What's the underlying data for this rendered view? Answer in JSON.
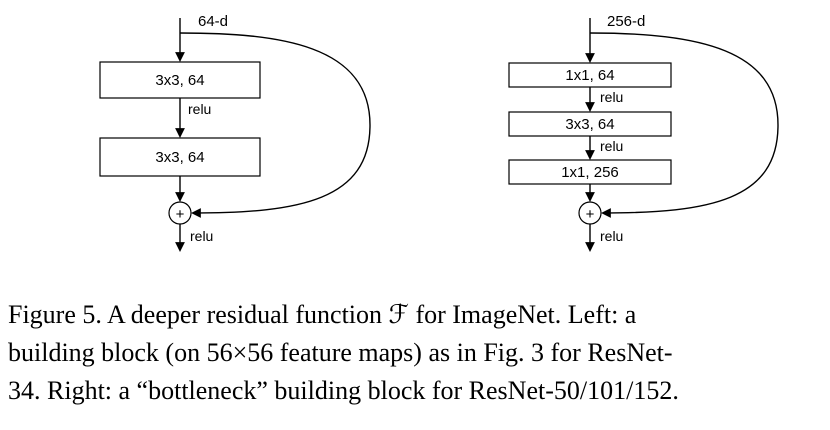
{
  "left_block": {
    "input_label": "64-d",
    "layers": [
      "3x3, 64",
      "3x3, 64"
    ],
    "relu": [
      "relu",
      "relu"
    ]
  },
  "right_block": {
    "input_label": "256-d",
    "layers": [
      "1x1, 64",
      "3x3, 64",
      "1x1, 256"
    ],
    "relu": [
      "relu",
      "relu",
      "relu"
    ]
  },
  "add_symbol": "+",
  "caption": {
    "line1": "Figure 5. A deeper residual function ℱ for ImageNet.  Left: a",
    "line2": "building block (on 56×56 feature maps) as in Fig. 3 for ResNet-",
    "line3": "34. Right: a “bottleneck” building block for ResNet-50/101/152."
  }
}
